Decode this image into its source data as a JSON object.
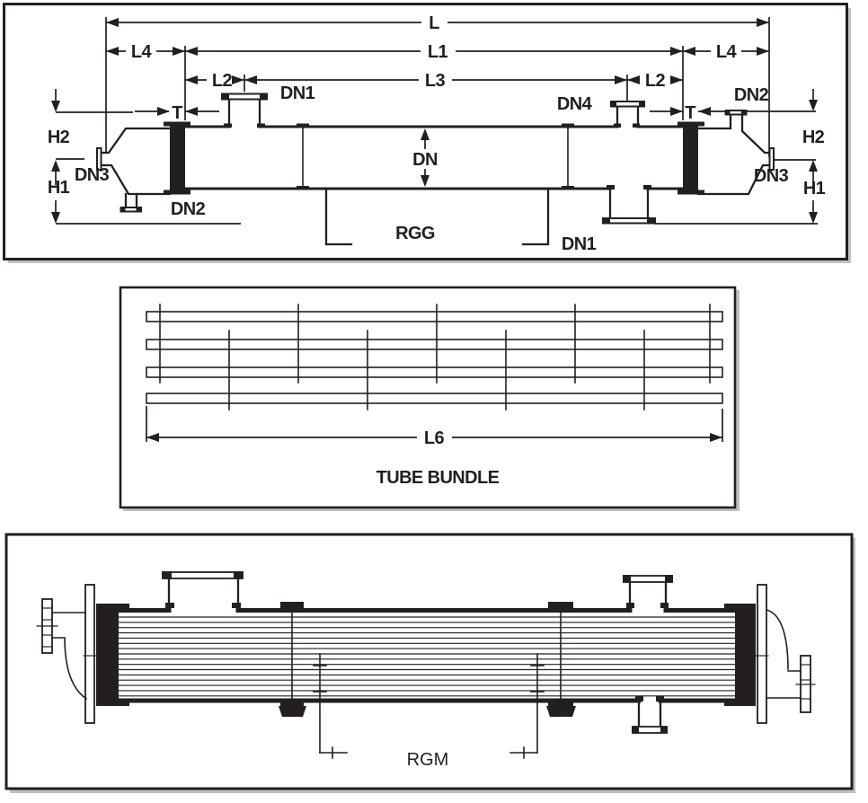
{
  "colors": {
    "ink": "#231f20",
    "paper": "#ffffff",
    "shadow": "#ababab"
  },
  "ga_drawing": {
    "model_label": "RGG",
    "dimension_labels": {
      "overall_length": "L",
      "length_l1": "L1",
      "length_l2": "L2",
      "length_l3": "L3",
      "length_l4": "L4",
      "tubesheet_thickness": "T",
      "shell_diameter": "DN",
      "height_h1": "H1",
      "height_h2": "H2"
    },
    "nozzle_labels": {
      "dn1": "DN1",
      "dn2": "DN2",
      "dn3": "DN3",
      "dn4": "DN4"
    }
  },
  "tube_bundle": {
    "length_label": "L6",
    "caption": "TUBE BUNDLE"
  },
  "rgm_drawing": {
    "model_label": "RGM"
  }
}
